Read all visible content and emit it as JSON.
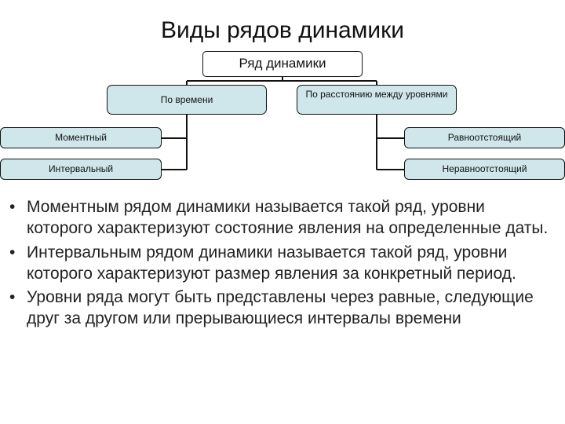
{
  "title": "Виды рядов динамики",
  "diagram": {
    "root": "Ряд динамики",
    "left_branch": {
      "label": "По времени",
      "children": [
        "Моментный",
        "Интервальный"
      ]
    },
    "right_branch": {
      "label": "По расстоянию между уровнями",
      "children": [
        "Равноотстоящий",
        "Неравноотстоящий"
      ]
    }
  },
  "bullets": [
    "Моментным рядом динамики называется такой ряд, уровни которого характеризуют состояние явления на определенные даты.",
    "Интервальным рядом динамики называется такой ряд, уровни которого характеризуют размер явления за конкретный период.",
    "Уровни ряда могут быть представлены через равные, следующие друг за другом или прерывающиеся интервалы времени"
  ]
}
